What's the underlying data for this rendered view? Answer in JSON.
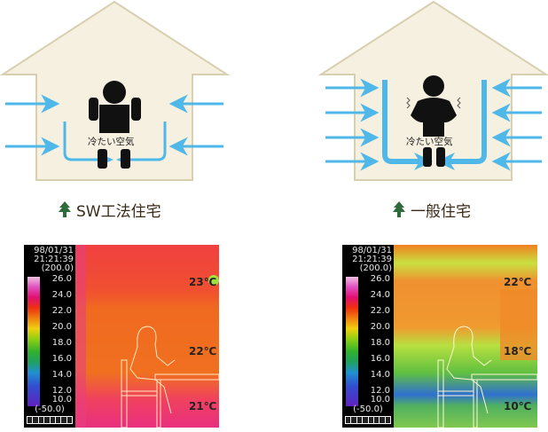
{
  "panels": [
    {
      "id": "sw",
      "title": "SW工法住宅",
      "diagram_label": "冷たい空気",
      "thermo": {
        "date": "98/01/31",
        "time": "21:21:39",
        "max": "(200.0)",
        "min": "(-50.0)",
        "scale": [
          "26.0",
          "24.0",
          "22.0",
          "20.0",
          "18.0",
          "16.0",
          "14.0",
          "12.0",
          "10.0"
        ],
        "readings": [
          "23℃",
          "22℃",
          "21℃"
        ]
      }
    },
    {
      "id": "general",
      "title": "一般住宅",
      "diagram_label": "冷たい空気",
      "thermo": {
        "date": "98/01/31",
        "time": "21:21:39",
        "max": "(200.0)",
        "min": "(-50.0)",
        "scale": [
          "26.0",
          "24.0",
          "22.0",
          "20.0",
          "18.0",
          "16.0",
          "14.0",
          "12.0",
          "10.0"
        ],
        "readings": [
          "22℃",
          "18℃",
          "10℃"
        ]
      }
    }
  ],
  "colors": {
    "house_fill": "#f6f0e0",
    "house_stroke": "#d8cfb0",
    "arrow": "#4fb8e8",
    "figure": "#111111",
    "tree": "#2e6b3a",
    "title_text": "#3a2a18"
  }
}
